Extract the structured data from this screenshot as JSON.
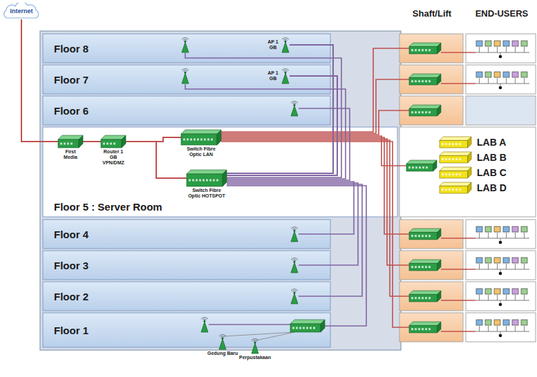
{
  "diagram": {
    "nodes": [
      {
        "text": [
          "Internet"
        ]
      },
      {
        "text": [
          "Floor 8"
        ]
      },
      {
        "text": [
          "AP 1 GB"
        ],
        "in": 1
      },
      {
        "text": [
          "Floor 7"
        ]
      },
      {
        "text": [
          "AP 1 GB"
        ],
        "in": 3
      },
      {
        "text": [
          "Floor 6"
        ]
      },
      {
        "text": [
          "Floor 5 : Server Room"
        ]
      },
      {
        "text": [
          "First Media"
        ],
        "in": 6
      },
      {
        "text": [
          "Router 1 GB VPN/DMZ"
        ],
        "in": 6
      },
      {
        "text": [
          "Switch Fibre Optic LAN"
        ],
        "in": 6
      },
      {
        "text": [
          "Switch Fibre Optic HOTSPOT"
        ],
        "in": 6
      },
      {
        "text": [
          "LAB A"
        ]
      },
      {
        "text": [
          "LAB B"
        ]
      },
      {
        "text": [
          "LAB C"
        ]
      },
      {
        "text": [
          "LAB D"
        ]
      },
      {
        "text": [
          "Floor 4"
        ]
      },
      {
        "text": [
          "Floor 3"
        ]
      },
      {
        "text": [
          "Floor 2"
        ]
      },
      {
        "text": [
          "Floor 1"
        ]
      },
      {
        "text": [
          "Gedung Baru"
        ]
      },
      {
        "text": [
          "Perpustakaan"
        ]
      }
    ],
    "edges": [
      {
        "from": 0,
        "to": 7,
        "arrow": "none"
      },
      {
        "from": 7,
        "to": 8,
        "arrow": "none"
      },
      {
        "from": 8,
        "to": 9,
        "arrow": "none"
      },
      {
        "from": 8,
        "to": 10,
        "arrow": "none"
      },
      {
        "from": 10,
        "to": 2,
        "arrow": "none"
      },
      {
        "from": 10,
        "to": 4,
        "arrow": "none"
      }
    ],
    "labels": [
      "Shaft/Lift",
      "END-USERS"
    ]
  }
}
